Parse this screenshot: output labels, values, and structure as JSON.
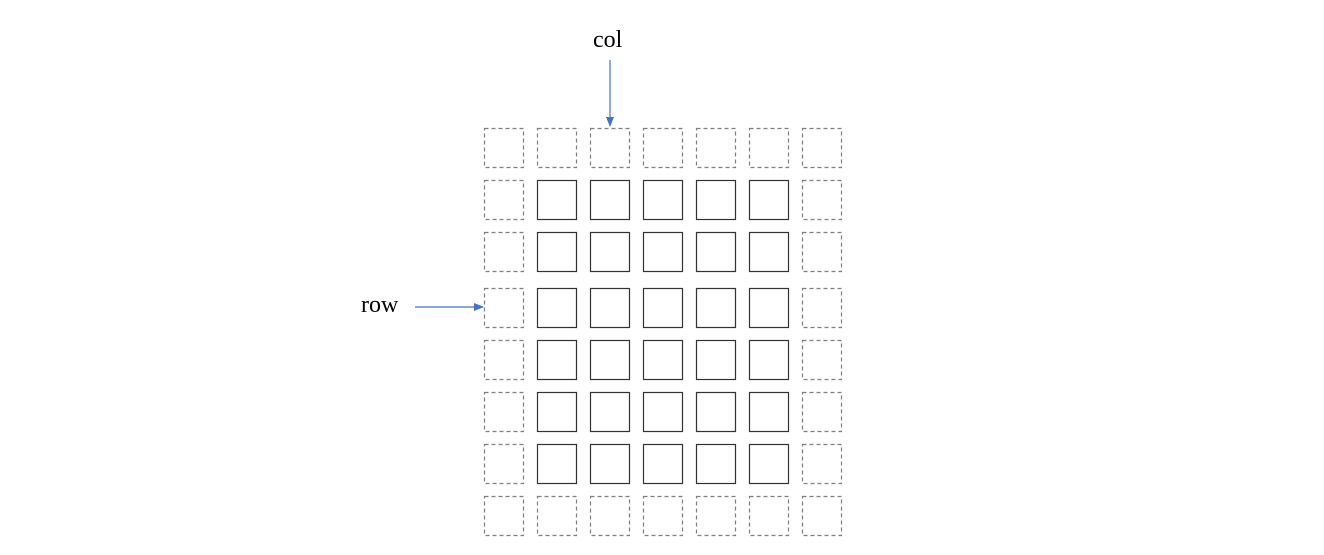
{
  "labels": {
    "col": "col",
    "row": "row"
  },
  "grid": {
    "rows": 8,
    "cols": 7,
    "padded_border": true,
    "inner_cells": "solid",
    "border_cells": "dashed"
  },
  "pointers": {
    "col_target": {
      "row": 0,
      "col": 2
    },
    "row_target": {
      "row": 3,
      "col": 0
    }
  },
  "colors": {
    "arrow": "#4472c4",
    "solid_cell": "#333333",
    "dashed_cell": "#7f7f7f",
    "text": "#000000"
  }
}
